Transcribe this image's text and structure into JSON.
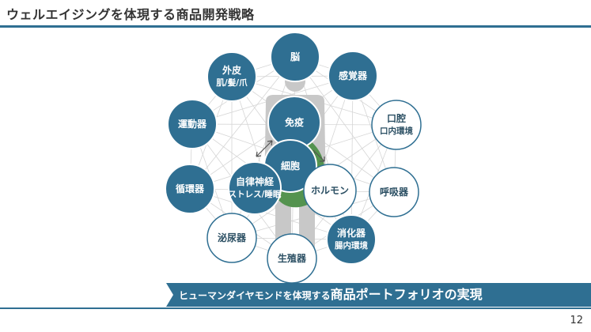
{
  "slide_title": "ウェルエイジングを体現する商品開発戦略",
  "colors": {
    "primary": "#2f6f92",
    "outline": "#2f6f92",
    "lines": "#d6d6d6",
    "figure": "#c8c8c8",
    "leaf": "#3f8a3a"
  },
  "diagram": {
    "inner_nodes": [
      {
        "id": "immunity",
        "lines": [
          "免疫"
        ]
      },
      {
        "id": "cell",
        "lines": [
          "細胞"
        ]
      },
      {
        "id": "autonomic",
        "lines": [
          "自律神経",
          "ストレス/睡眠"
        ]
      },
      {
        "id": "hormone",
        "lines": [
          "ホルモン"
        ]
      }
    ],
    "outer_nodes": [
      {
        "id": "brain",
        "lines": [
          "脳"
        ],
        "filled": true
      },
      {
        "id": "senses",
        "lines": [
          "感覚器"
        ],
        "filled": true
      },
      {
        "id": "oral",
        "lines": [
          "口腔",
          "口内環境"
        ],
        "filled": false
      },
      {
        "id": "respiratory",
        "lines": [
          "呼吸器"
        ],
        "filled": false
      },
      {
        "id": "digestive",
        "lines": [
          "消化器",
          "腸内環境"
        ],
        "filled": true
      },
      {
        "id": "reproductive",
        "lines": [
          "生殖器"
        ],
        "filled": false
      },
      {
        "id": "urinary",
        "lines": [
          "泌尿器"
        ],
        "filled": false
      },
      {
        "id": "circulatory",
        "lines": [
          "循環器"
        ],
        "filled": true
      },
      {
        "id": "motor",
        "lines": [
          "運動器"
        ],
        "filled": true
      },
      {
        "id": "skin",
        "lines": [
          "外皮",
          "肌/髪/爪"
        ],
        "filled": true
      }
    ]
  },
  "banner": {
    "prefix": "ヒューマンダイヤモンドを体現する",
    "emphasis": "商品ポートフォリオの実現"
  },
  "page_number": "12"
}
